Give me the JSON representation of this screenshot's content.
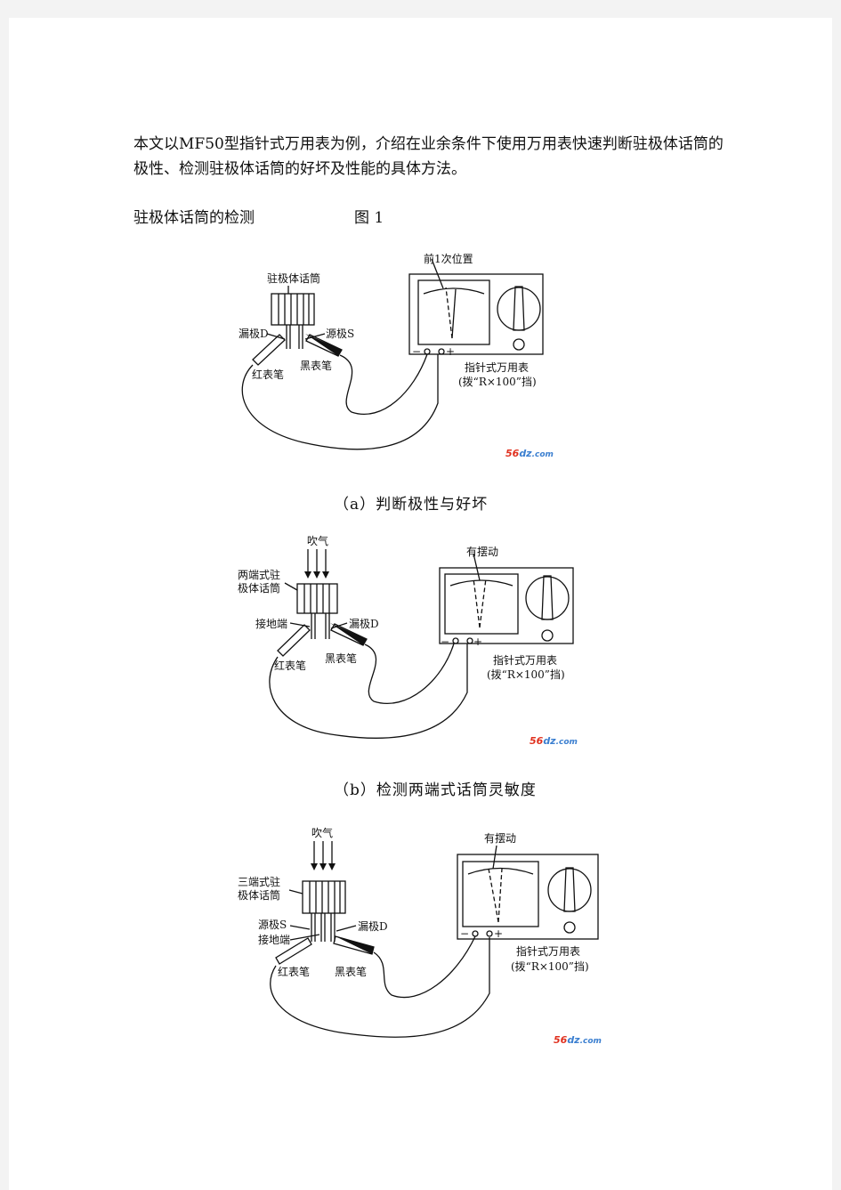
{
  "intro": "本文以MF50型指针式万用表为例，介绍在业余条件下使用万用表快速判断驻极体话筒的极性、检测驻极体话筒的好坏及性能的具体方法。",
  "section_heading": "驻极体话筒的检测",
  "figure_label": "图 1",
  "watermark": {
    "num": "56",
    "dom": "dz",
    "suffix": ".com",
    "num_color": "#e0301e",
    "dom_color": "#3b7fd0"
  },
  "figures": [
    {
      "caption": "（a）判断极性与好坏",
      "mic_label": "驻极体话筒",
      "pin_left": "漏极D",
      "pin_right": "源极S",
      "red_probe": "红表笔",
      "black_probe": "黑表笔",
      "needle_note": "前1次位置",
      "meter_label": "指针式万用表",
      "meter_range": "(拨“R×100”挡)",
      "minus": "−",
      "plus": "+"
    },
    {
      "caption": "（b）检测两端式话筒灵敏度",
      "blow": "吹气",
      "mic_label_1": "两端式驻",
      "mic_label_2": "极体话筒",
      "pin_left": "接地端",
      "pin_right": "漏极D",
      "red_probe": "红表笔",
      "black_probe": "黑表笔",
      "needle_note": "有摆动",
      "meter_label": "指针式万用表",
      "meter_range": "(拨“R×100”挡)",
      "minus": "−",
      "plus": "+"
    },
    {
      "blow": "吹气",
      "mic_label_1": "三端式驻",
      "mic_label_2": "极体话筒",
      "pin_source": "源极S",
      "pin_ground": "接地端",
      "pin_drain": "漏极D",
      "red_probe": "红表笔",
      "black_probe": "黑表笔",
      "needle_note": "有摆动",
      "meter_label": "指针式万用表",
      "meter_range": "(拨“R×100”挡)",
      "minus": "−",
      "plus": "+"
    }
  ]
}
